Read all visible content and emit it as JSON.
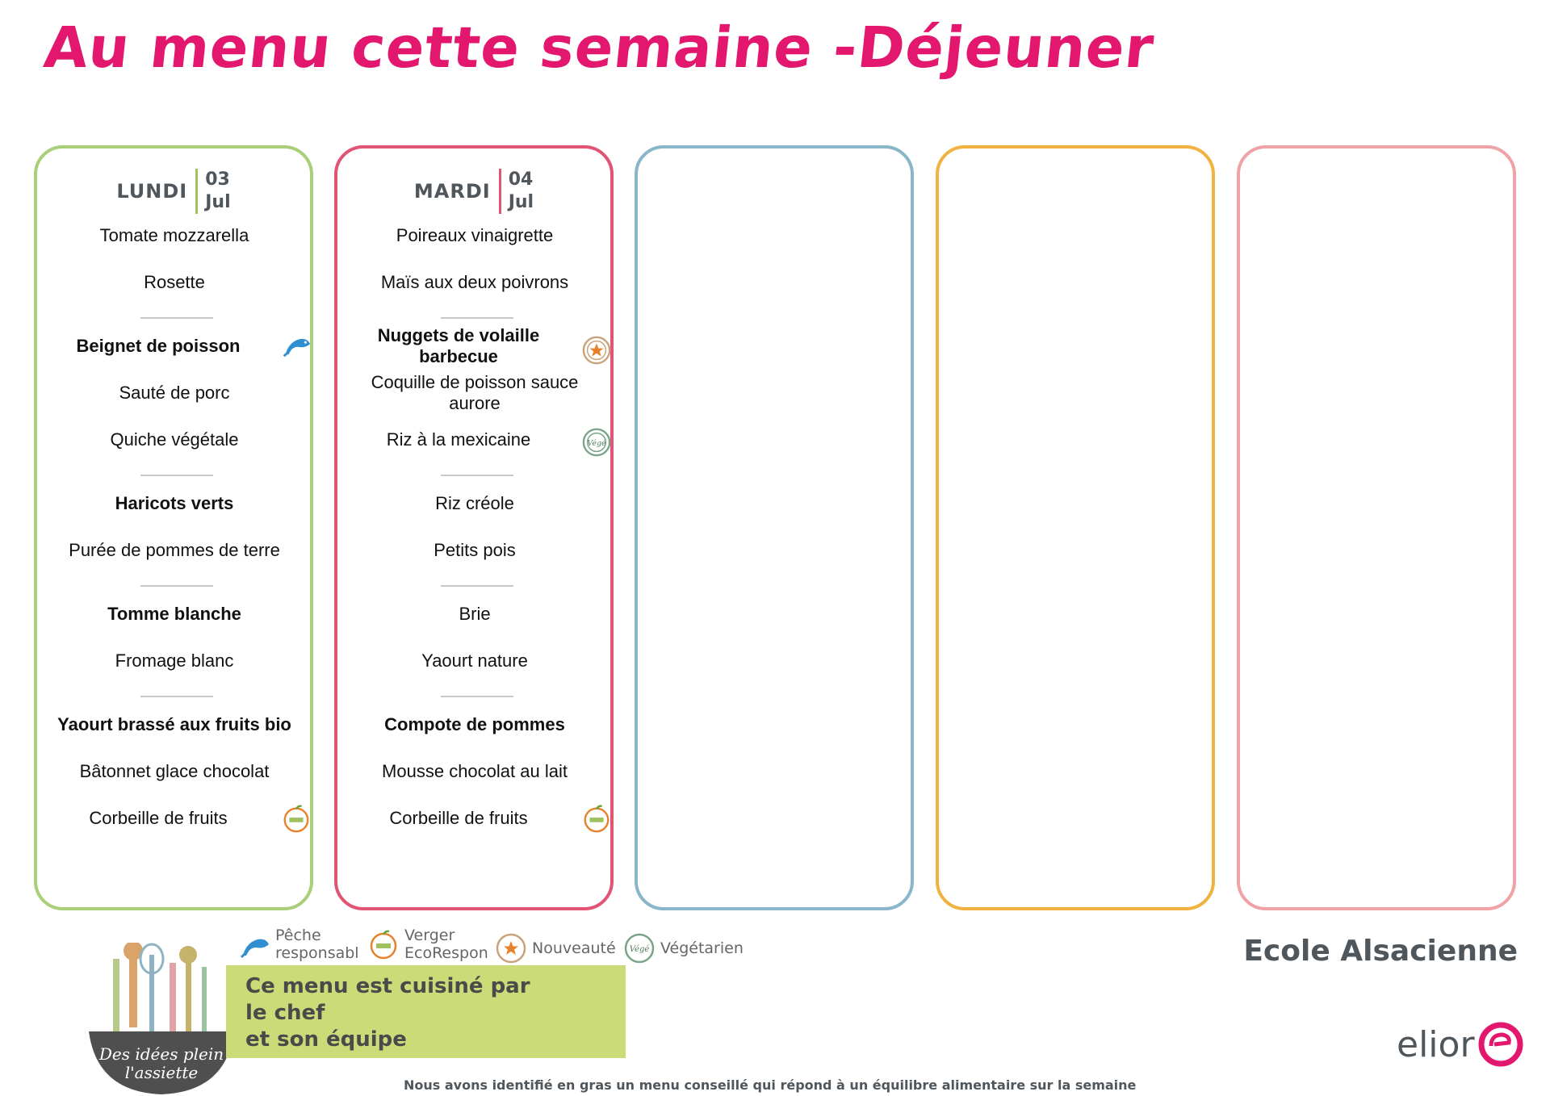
{
  "title": "Au menu cette semaine -Déjeuner",
  "days": [
    {
      "name": "LUNDI",
      "date": "03",
      "month": "Jul",
      "items": [
        {
          "label": "Tomate mozzarella",
          "bold": false
        },
        {
          "label": "Rosette",
          "bold": false
        },
        {
          "label": "Beignet de poisson",
          "bold": true,
          "icon": "fish-icon"
        },
        {
          "label": "Sauté de porc",
          "bold": false
        },
        {
          "label": "Quiche végétale",
          "bold": false
        },
        {
          "label": "Haricots verts",
          "bold": true
        },
        {
          "label": "Purée de pommes de terre",
          "bold": false
        },
        {
          "label": "Tomme blanche",
          "bold": true
        },
        {
          "label": "Fromage blanc",
          "bold": false
        },
        {
          "label": "Yaourt brassé aux fruits bio",
          "bold": true
        },
        {
          "label": "Bâtonnet glace chocolat",
          "bold": false
        },
        {
          "label": "Corbeille de fruits",
          "bold": false,
          "icon": "verger-apple-icon"
        }
      ]
    },
    {
      "name": "MARDI",
      "date": "04",
      "month": "Jul",
      "items": [
        {
          "label": "Poireaux vinaigrette",
          "bold": false
        },
        {
          "label": "Maïs aux deux poivrons",
          "bold": false
        },
        {
          "label": "Nuggets de volaille barbecue",
          "bold": true,
          "icon": "nouveaute-star-icon"
        },
        {
          "label": "Coquille de poisson sauce aurore",
          "bold": false
        },
        {
          "label": "Riz à la mexicaine",
          "bold": false,
          "icon": "vege-icon"
        },
        {
          "label": "Riz créole",
          "bold": false
        },
        {
          "label": "Petits pois",
          "bold": false
        },
        {
          "label": "Brie",
          "bold": false
        },
        {
          "label": "Yaourt nature",
          "bold": false
        },
        {
          "label": "Compote de pommes",
          "bold": true
        },
        {
          "label": "Mousse chocolat au lait",
          "bold": false
        },
        {
          "label": "Corbeille de fruits",
          "bold": false,
          "icon": "verger-apple-icon"
        }
      ]
    }
  ],
  "column_colors": [
    "#a9cf7a",
    "#e25473",
    "#8ab6c9",
    "#f2b240",
    "#f0a3a7"
  ],
  "legend": [
    {
      "label_line1": "Pêche",
      "label_line2": "responsabl",
      "icon": "fish-icon"
    },
    {
      "label_line1": "Verger",
      "label_line2": "EcoRespon",
      "icon": "verger-apple-icon"
    },
    {
      "label_line1": "Nouveauté",
      "label_line2": "",
      "icon": "nouveaute-star-icon"
    },
    {
      "label_line1": "Végétarien",
      "label_line2": "",
      "icon": "vege-icon"
    }
  ],
  "chef_box": {
    "line1": "Ce menu est cuisiné par",
    "line2": "le chef",
    "line3": "et son équipe"
  },
  "logo_text": "Des idées plein l'assiette",
  "school": "Ecole Alsacienne",
  "brand": "elior",
  "footer_note": "Nous avons identifié en gras un menu conseillé qui répond à un équilibre alimentaire sur la semaine"
}
